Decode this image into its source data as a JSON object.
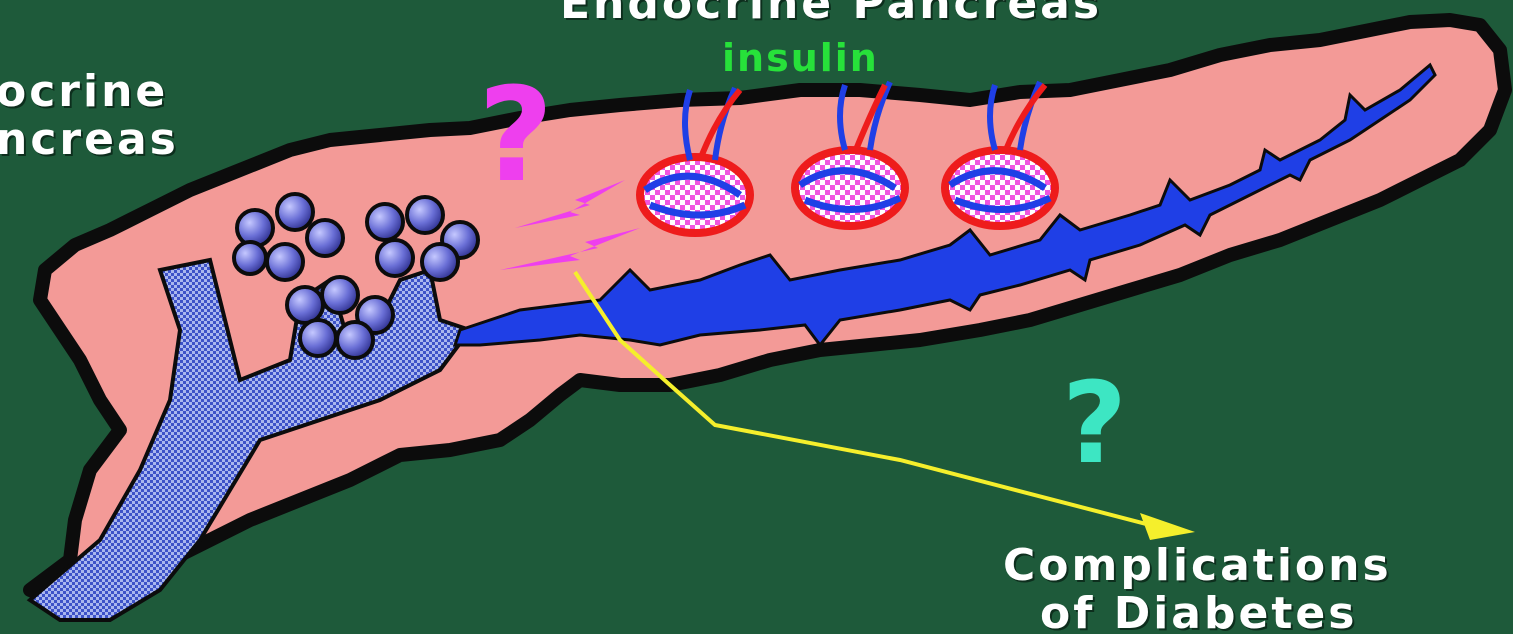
{
  "labels": {
    "endocrine_title": "Endocrine Pancreas",
    "exocrine_title_line1": "ocrine",
    "exocrine_title_line2": "ncreas",
    "insulin": "insulin",
    "complications_line1": "Complications",
    "complications_line2": "of Diabetes"
  },
  "question_marks": {
    "magenta": "?",
    "cyan": "?"
  },
  "colors": {
    "background": "#1e5a3a",
    "pancreas": "#f39a97",
    "pancreas_outline": "#0c0c0c",
    "duct": "#1f3fe6",
    "exocrine_duct": "#a9b6ee",
    "acinus": "#6a6fd6",
    "islet": "#f055e0",
    "vessel_red": "#ee1c1c",
    "vessel_blue": "#1f3fe6",
    "insulin_text": "#27e13a",
    "question_magenta": "#ee3fee",
    "question_cyan": "#3de6c3",
    "arrow_yellow": "#f5ef2c"
  },
  "icons": {
    "islets": "islet-of-langerhans-icon",
    "acini": "acinus-cluster-icon",
    "lightning": "lightning-bolt-icon"
  }
}
